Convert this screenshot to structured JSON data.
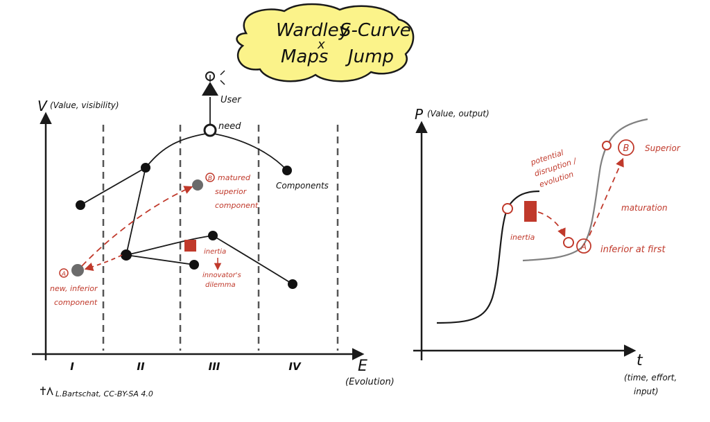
{
  "title": {
    "left_line1": "Wardley",
    "left_line2": "Maps",
    "times": "x",
    "right_line1": "S-Curve",
    "right_line2": "Jump"
  },
  "wardley": {
    "y_axis_symbol": "V",
    "y_axis_label": "(Value, visibility)",
    "x_axis_symbol": "E",
    "x_axis_label": "(Evolution)",
    "phases": [
      "I",
      "II",
      "III",
      "IV"
    ],
    "user_label": "User",
    "need_label": "need",
    "components_label": "Components",
    "matured_label_1": "matured",
    "matured_label_2": "superior",
    "matured_label_3": "component",
    "inertia_label": "inertia",
    "dilemma_label_1": "innovator's",
    "dilemma_label_2": "dilemma",
    "new_label_1": "new, inferior",
    "new_label_2": "component",
    "marker_a": "A",
    "marker_b": "B"
  },
  "scurve": {
    "y_axis_symbol": "P",
    "y_axis_label": "(Value, output)",
    "x_axis_symbol": "t",
    "x_axis_label_1": "(time, effort,",
    "x_axis_label_2": "input)",
    "disruption_1": "potential",
    "disruption_2": "disruption /",
    "disruption_3": "evolution",
    "superior_label": "Superior",
    "maturation_label": "maturation",
    "inertia_label": "inertia",
    "inferior_label": "inferior at first",
    "marker_a": "A",
    "marker_b": "B"
  },
  "credit": "L.Bartschat, CC-BY-SA 4.0",
  "colors": {
    "ink": "#1a1a1a",
    "accent_red": "#c0392b",
    "title_cloud": "#fbf38a",
    "grey_node": "#6b6b6b",
    "scurve_grey": "#808080"
  }
}
